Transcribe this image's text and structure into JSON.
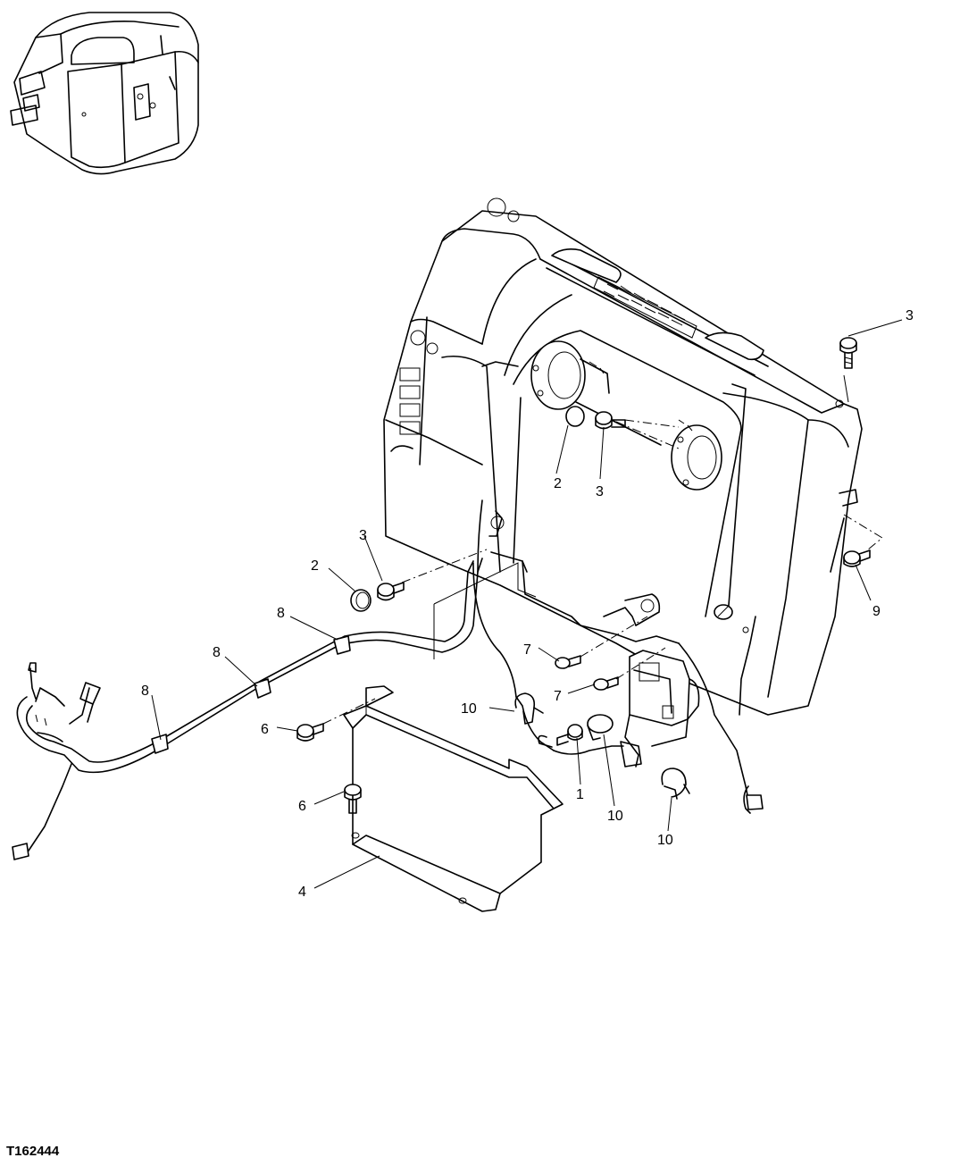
{
  "figure_id": "T162444",
  "callouts": [
    {
      "label": "1"
    },
    {
      "label": "2"
    },
    {
      "label": "2"
    },
    {
      "label": "3"
    },
    {
      "label": "3"
    },
    {
      "label": "3"
    },
    {
      "label": "4"
    },
    {
      "label": "6"
    },
    {
      "label": "6"
    },
    {
      "label": "7"
    },
    {
      "label": "7"
    },
    {
      "label": "8"
    },
    {
      "label": "8"
    },
    {
      "label": "8"
    },
    {
      "label": "9"
    },
    {
      "label": "10"
    },
    {
      "label": "10"
    },
    {
      "label": "10"
    }
  ]
}
